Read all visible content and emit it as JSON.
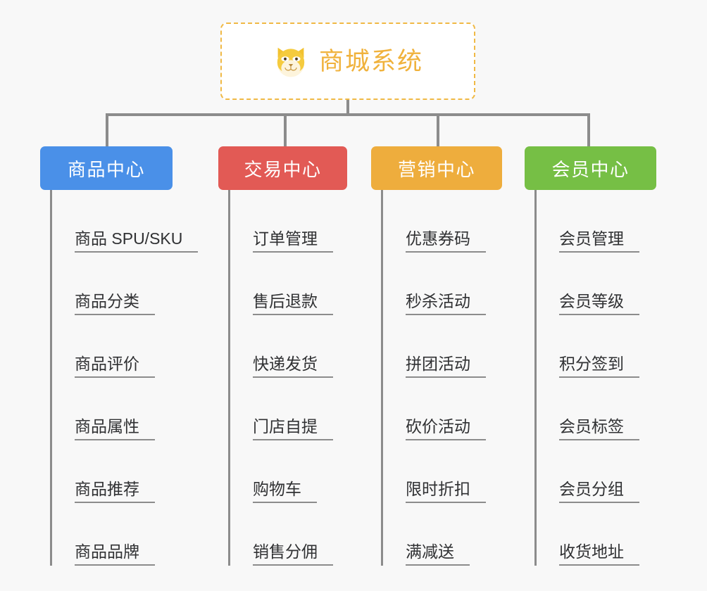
{
  "page": {
    "background_color": "#f8f8f8",
    "line_color": "#8c8c8c"
  },
  "root": {
    "title": "商城系统",
    "icon": "shiba-dog-face-icon",
    "text_color": "#f0b23c",
    "border_color": "#f0b945",
    "background_color": "#ffffff"
  },
  "columns": [
    {
      "header": "商品中心",
      "color": "#4a90e8",
      "items": [
        "商品 SPU/SKU",
        "商品分类",
        "商品评价",
        "商品属性",
        "商品推荐",
        "商品品牌"
      ]
    },
    {
      "header": "交易中心",
      "color": "#e25a55",
      "items": [
        "订单管理",
        "售后退款",
        "快递发货",
        "门店自提",
        "购物车",
        "销售分佣"
      ]
    },
    {
      "header": "营销中心",
      "color": "#eead3d",
      "items": [
        "优惠券码",
        "秒杀活动",
        "拼团活动",
        "砍价活动",
        "限时折扣",
        "满减送"
      ]
    },
    {
      "header": "会员中心",
      "color": "#76bf45",
      "items": [
        "会员管理",
        "会员等级",
        "积分签到",
        "会员标签",
        "会员分组",
        "收货地址"
      ]
    }
  ]
}
